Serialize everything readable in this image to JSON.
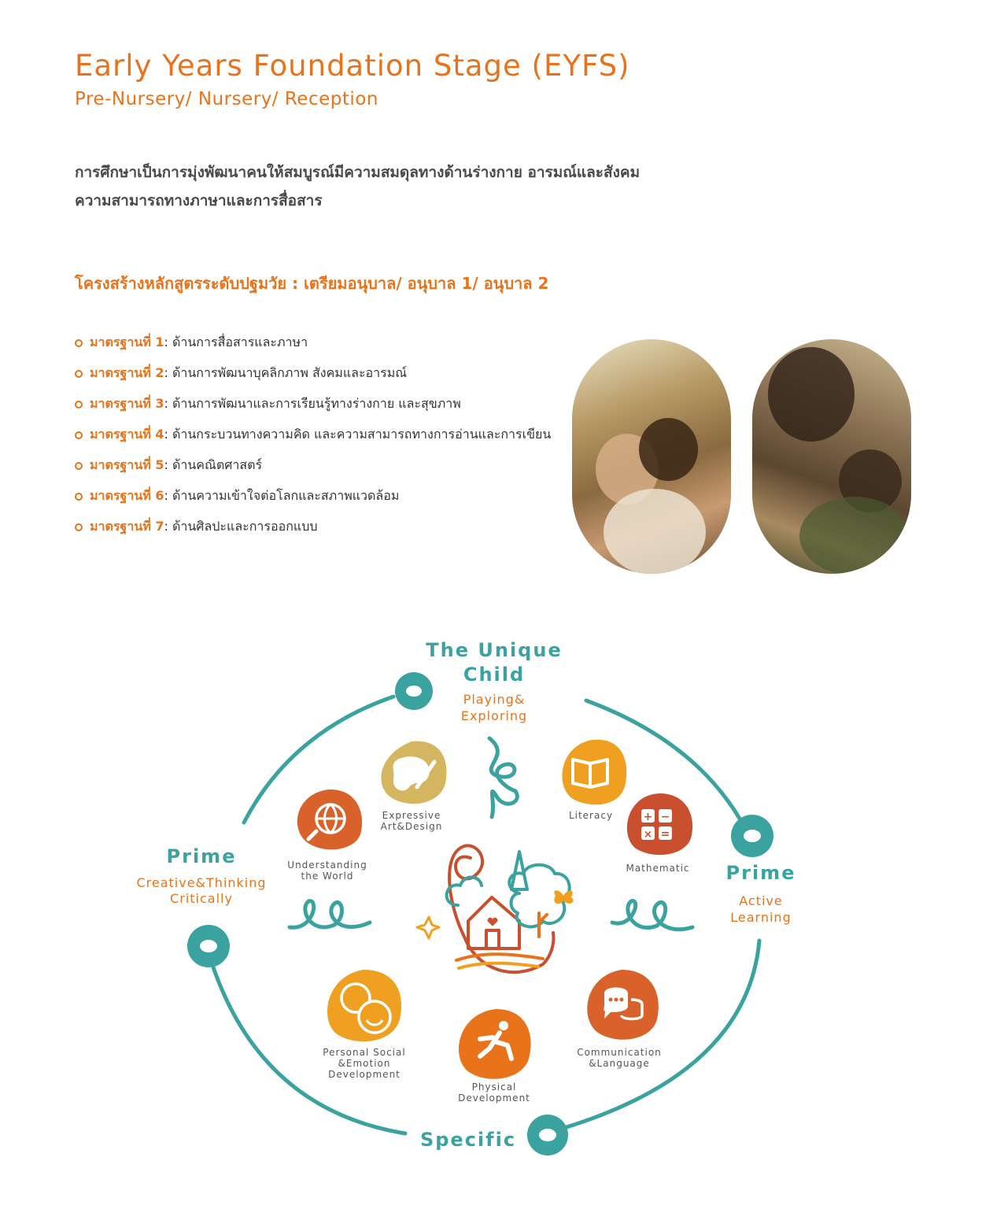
{
  "header": {
    "title": "Early Years Foundation Stage (EYFS)",
    "subtitle": "Pre-Nursery/ Nursery/ Reception"
  },
  "intro": {
    "line1": "การศึกษาเป็นการมุ่งพัฒนาคนให้สมบูรณ์มีความสมดุลทางด้านร่างกาย อารมณ์และสังคม",
    "line2": "ความสามารถทางภาษาและการสื่อสาร"
  },
  "curriculum": {
    "heading": "โครงสร้างหลักสูตรระดับปฐมวัย : เตรียมอนุบาล/ อนุบาล 1/ อนุบาล 2",
    "standards": [
      {
        "label": "มาตรฐานที่ 1",
        "text": " : ด้านการสื่อสารและภาษา"
      },
      {
        "label": "มาตรฐานที่ 2",
        "text": " : ด้านการพัฒนาบุคลิกภาพ สังคมและอารมณ์"
      },
      {
        "label": "มาตรฐานที่ 3",
        "text": " : ด้านการพัฒนาและการเรียนรู้ทางร่างกาย และสุขภาพ"
      },
      {
        "label": "มาตรฐานที่ 4",
        "text": " : ด้านกระบวนทางความคิด และความสามารถทางการอ่านและการเขียน"
      },
      {
        "label": "มาตรฐานที่ 5",
        "text": " : ด้านคณิตศาสตร์"
      },
      {
        "label": "มาตรฐานที่ 6",
        "text": " : ด้านความเข้าใจต่อโลกและสภาพแวดล้อม"
      },
      {
        "label": "มาตรฐานที่ 7",
        "text": " : ด้านศิลปะและการออกแบบ"
      }
    ]
  },
  "diagram": {
    "top_title_1": "The Unique",
    "top_title_2": "Child",
    "top_sub_1": "Playing&",
    "top_sub_2": "Exploring",
    "left_title": "Prime",
    "left_sub_1": "Creative&Thinking",
    "left_sub_2": "Critically",
    "right_title": "Prime",
    "right_sub_1": "Active",
    "right_sub_2": "Learning",
    "bottom_title": "Specific",
    "areas": {
      "expressive_1": "Expressive",
      "expressive_2": "Art&Design",
      "literacy": "Literacy",
      "understanding_1": "Understanding",
      "understanding_2": "the World",
      "mathematic": "Mathematic",
      "personal_1": "Personal Social",
      "personal_2": "&Emotion",
      "personal_3": "Development",
      "physical_1": "Physical",
      "physical_2": "Development",
      "communication_1": "Communication",
      "communication_2": "&Language"
    },
    "colors": {
      "teal": "#3AA39F",
      "orange": "#E8731A",
      "mustard": "#D4B560",
      "amber": "#F0A020",
      "red": "#C8502E",
      "burnt": "#D9622A"
    }
  }
}
